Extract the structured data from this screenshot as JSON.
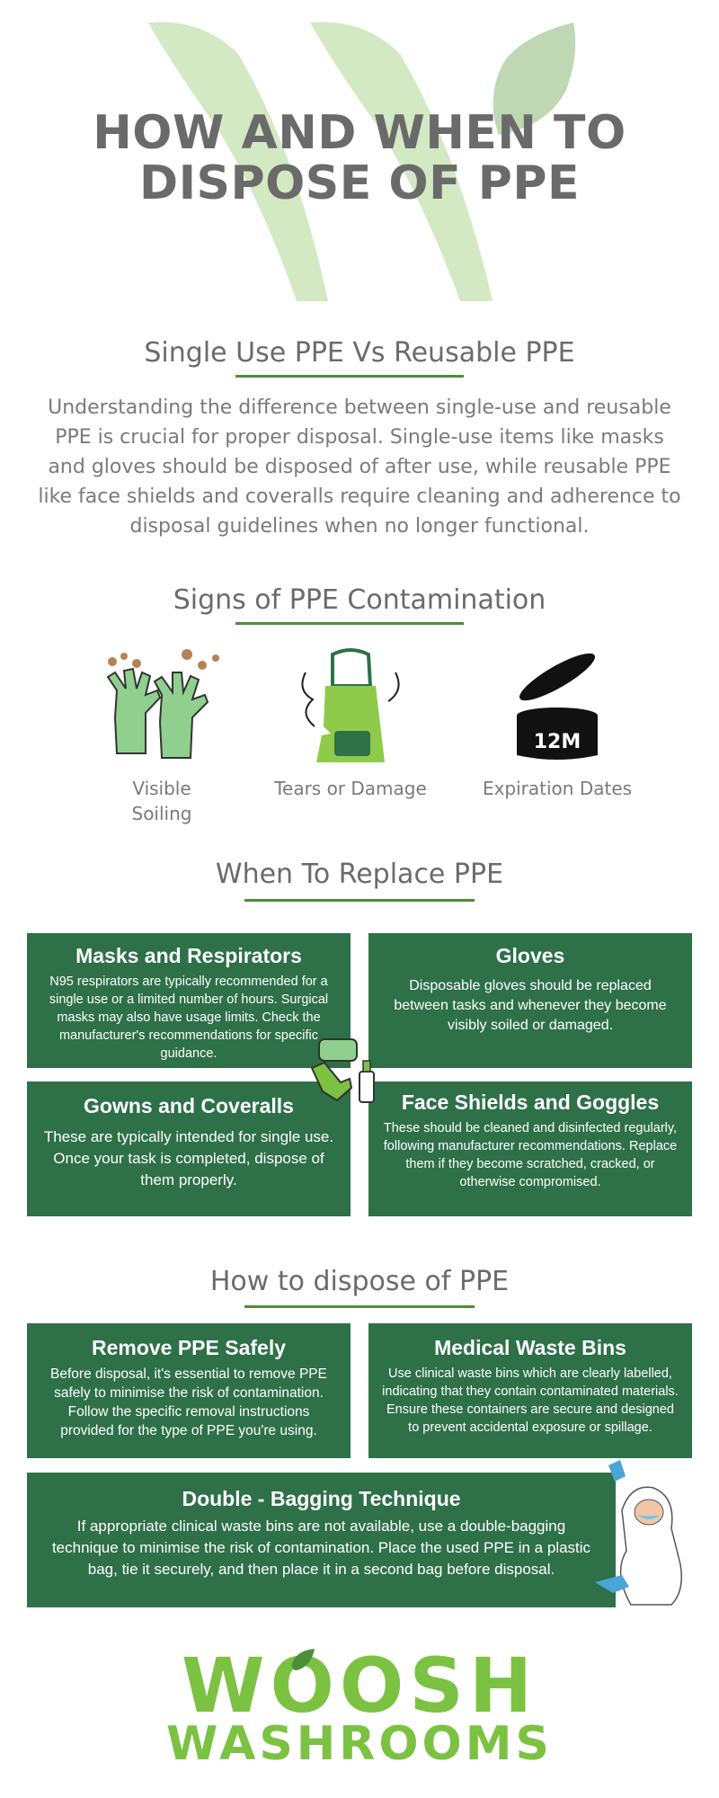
{
  "header": {
    "title_line1": "HOW AND WHEN TO",
    "title_line2": "DISPOSE OF PPE"
  },
  "single_use": {
    "heading": "Single Use PPE Vs Reusable PPE",
    "paragraph": "Understanding the difference between single-use and reusable PPE is crucial for proper disposal. Single-use items like masks and gloves should be disposed of after use, while reusable PPE like face shields and coveralls require cleaning and adherence to disposal guidelines when no longer functional."
  },
  "contamination": {
    "heading": "Signs of PPE Contamination",
    "signs": [
      {
        "label_line1": "Visible",
        "label_line2": "Soiling",
        "icon": "soiled-gloves-icon"
      },
      {
        "label": "Tears or Damage",
        "icon": "torn-apron-icon"
      },
      {
        "label": "Expiration Dates",
        "icon": "expiry-jar-icon",
        "badge": "12M"
      }
    ]
  },
  "replace": {
    "heading": "When To Replace PPE",
    "cards": [
      {
        "title": "Masks and Respirators",
        "body": "N95 respirators are typically recommended for a single use or a limited number of hours. Surgical masks may also have usage limits. Check the manufacturer's recommendations for specific guidance."
      },
      {
        "title": "Gloves",
        "body": "Disposable gloves should be replaced between tasks and whenever they become visibly soiled or damaged."
      },
      {
        "title": "Gowns and Coveralls",
        "body": "These are typically intended for single use. Once your task is completed, dispose of them properly."
      },
      {
        "title": "Face Shields and Goggles",
        "body": "These should be cleaned and disinfected regularly, following manufacturer recommendations. Replace them if they become scratched, cracked, or otherwise compromised."
      }
    ]
  },
  "dispose": {
    "heading": "How to dispose of PPE",
    "cards": [
      {
        "title": "Remove PPE Safely",
        "body": "Before disposal, it's essential to remove PPE safely to minimise the risk of contamination. Follow the specific removal instructions provided for the type of PPE you're using."
      },
      {
        "title": "Medical Waste Bins",
        "body": "Use clinical waste bins which are clearly labelled, indicating that they contain contaminated materials. Ensure these containers are secure and designed to prevent accidental exposure or spillage."
      },
      {
        "title": "Double - Bagging Technique",
        "body": "If appropriate clinical waste bins are not available, use a double-bagging technique to minimise the risk of contamination. Place the used PPE in a plastic bag, tie it securely, and then place it in a second bag before disposal."
      }
    ]
  },
  "logo": {
    "word1": "WOOSH",
    "word2": "WASHROOMS"
  },
  "colors": {
    "card_green": "#2e7048",
    "accent_green": "#7cc242",
    "leaf_light": "#cfe6bf",
    "heading_grey": "#6b6b6b"
  }
}
